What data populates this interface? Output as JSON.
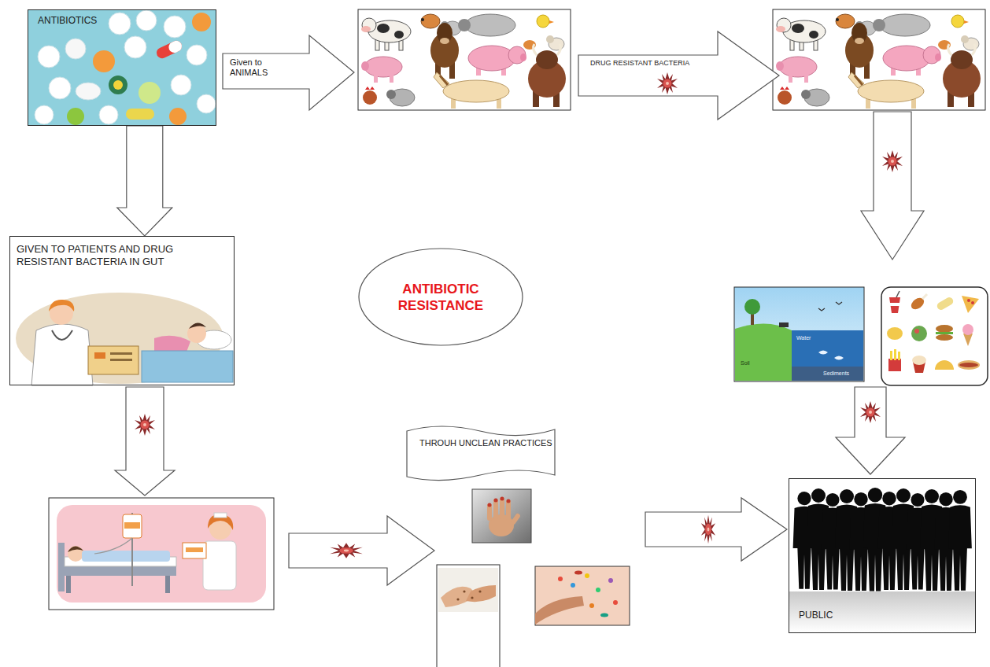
{
  "diagram": {
    "nodes": [
      {
        "text": [
          "ANTIBIOTICS"
        ]
      },
      {
        "text": [
          "GIVEN TO PATIENTS AND DRUG RESISTANT BACTERIA IN GUT"
        ]
      },
      {
        "text": [
          "ANTIBIOTIC RESISTANCE"
        ]
      },
      {
        "text": [
          "THROUH UNCLEAN PRACTICES"
        ]
      },
      {
        "text": [
          "PUBLIC"
        ]
      }
    ],
    "edges": [
      {
        "from": 0,
        "to": 1,
        "arrow": "to"
      },
      {
        "from": 3,
        "to": 4,
        "arrow": "to"
      }
    ],
    "labels": [
      "Given to ANIMALS",
      "DRUG RESISTANT BACTERIA",
      "Soil",
      "Water",
      "Sediments"
    ]
  }
}
